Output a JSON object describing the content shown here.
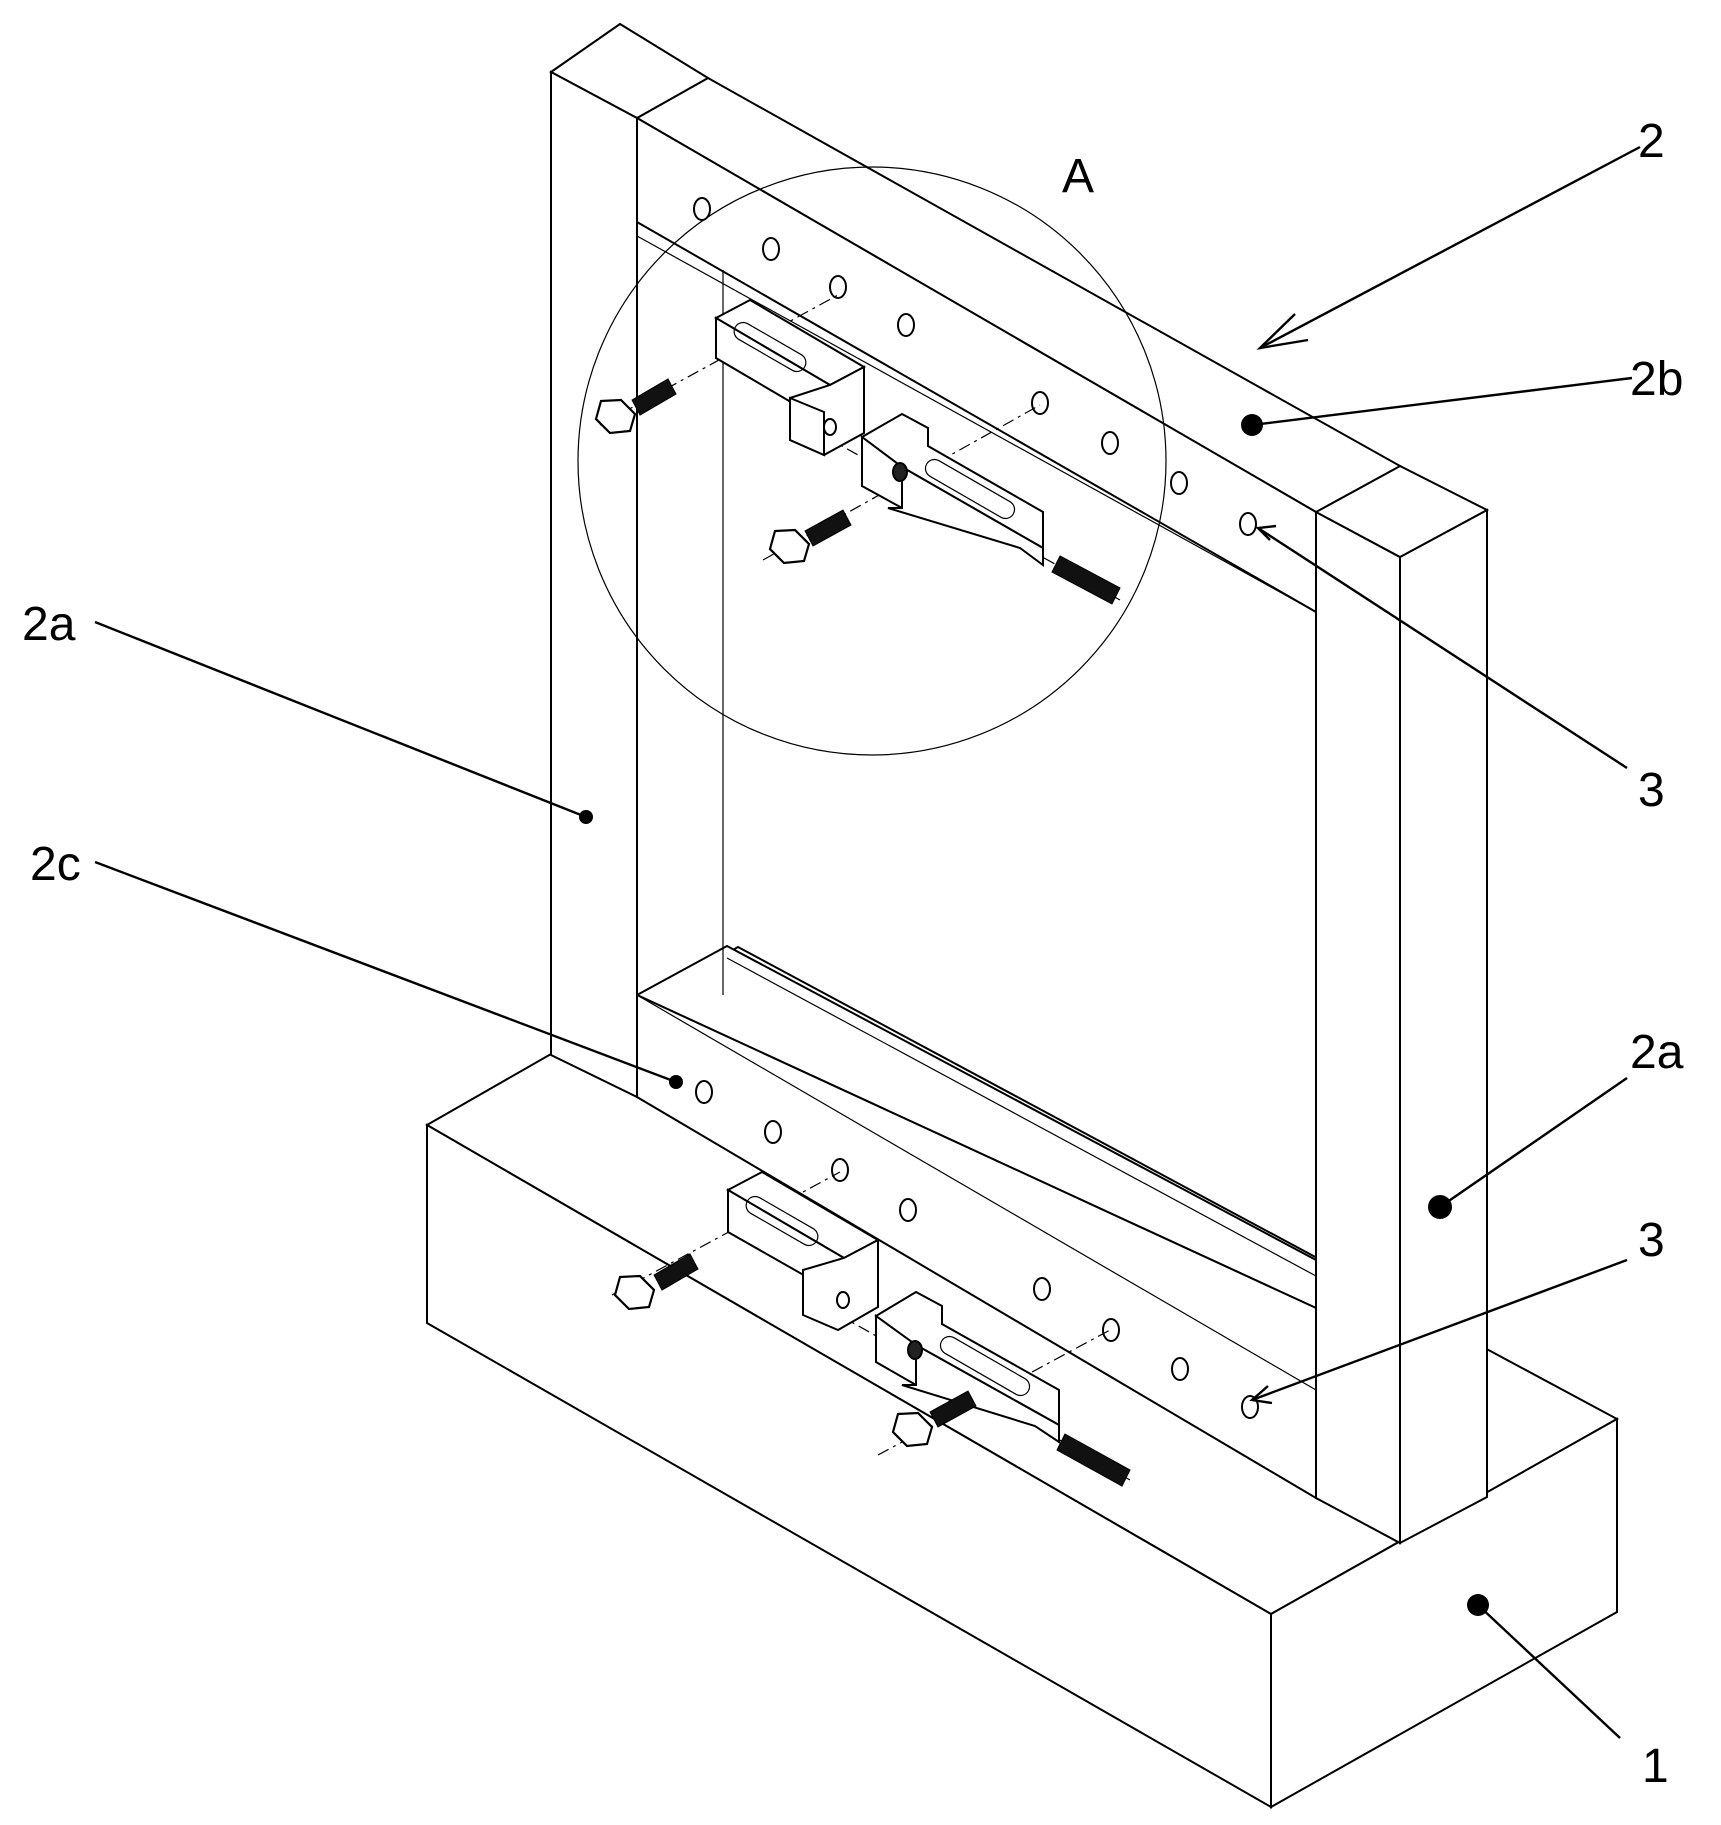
{
  "labels": {
    "detail_view": "A",
    "assembly": "2",
    "top_crossbar": "2b",
    "left_upright": "2a",
    "right_upright": "2a",
    "bottom_crossbar": "2c",
    "hole_upper": "3",
    "hole_lower": "3",
    "base": "1"
  }
}
